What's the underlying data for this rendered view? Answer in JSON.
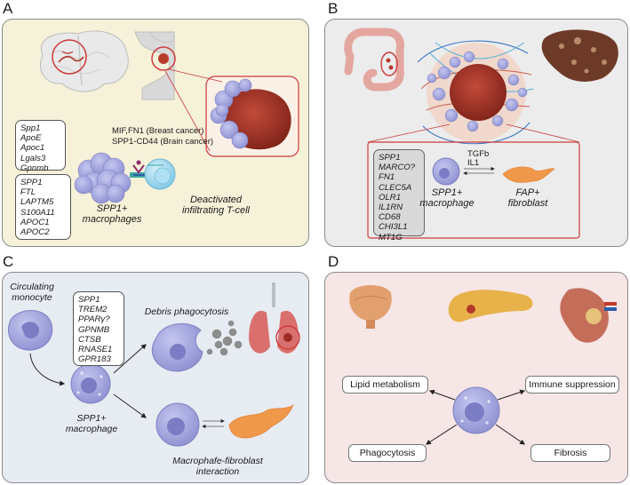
{
  "panels": {
    "a": {
      "letter": "A",
      "bg": "#f6f1d9",
      "genes_mouse": [
        "Spp1",
        "ApoE",
        "Apoc1",
        "Lgals3",
        "Gpnmb"
      ],
      "genes_human": [
        "SPP1",
        "FTL",
        "LAPTM5",
        "S100A11",
        "APOC1",
        "APOC2"
      ],
      "interaction_line1": "MIF,FN1 (Breast cancer)",
      "interaction_line2": "SPP1-CD44 (Brain cancer)",
      "macrophage_label_line1": "SPP1+",
      "macrophage_label_line2": "macrophages",
      "tcell_label_line1": "Deactivated",
      "tcell_label_line2": "infiltrating T-cell"
    },
    "b": {
      "letter": "B",
      "bg": "#ececec",
      "genes": [
        "SPP1",
        "MARCO?",
        "FN1",
        "CLEC5A",
        "OLR1",
        "IL1RN",
        "CD68",
        "CHI3L1",
        "MT1G"
      ],
      "signal1": "TGFb",
      "signal2": "IL1",
      "macrophage_label_line1": "SPP1+",
      "macrophage_label_line2": "macrophage",
      "fibroblast_label_line1": "FAP+",
      "fibroblast_label_line2": "fibroblast"
    },
    "c": {
      "letter": "C",
      "bg": "#e7ecf3",
      "monocyte_label_line1": "Circulating",
      "monocyte_label_line2": "monocyte",
      "genes": [
        "SPP1",
        "TREM2",
        "PPARγ?",
        "GPNMB",
        "CTSB",
        "RNASE1",
        "GPR183"
      ],
      "debris_label": "Debris phagocytosis",
      "macrophage_label_line1": "SPP1+",
      "macrophage_label_line2": "macrophage",
      "interaction_label_line1": "Macrophafe-fibroblast",
      "interaction_label_line2": "interaction"
    },
    "d": {
      "letter": "D",
      "bg": "#f7e6e6",
      "functions": {
        "lipid": "Lipid metabolism",
        "immune": "Immune suppression",
        "phago": "Phagocytosis",
        "fibrosis": "Fibrosis"
      }
    }
  },
  "colors": {
    "macrophage": "#9d9fd8",
    "macrophage_nucleus": "#7b7dc4",
    "tumor": "#a8392b",
    "fibroblast": "#f0984a",
    "tcell": "#8fd0ea",
    "highlight_red": "#cc3b3b"
  }
}
